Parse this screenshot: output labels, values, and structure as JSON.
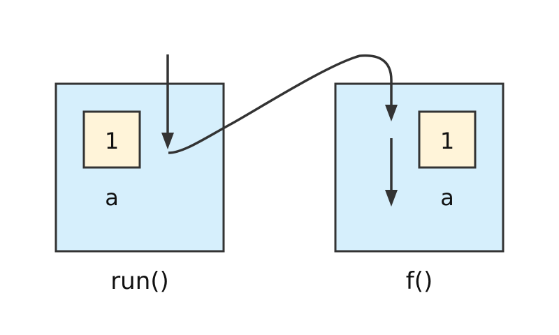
{
  "frames": [
    {
      "function_label": "run()",
      "variable": {
        "name": "a",
        "value": "1"
      }
    },
    {
      "function_label": "f()",
      "variable": {
        "name": "a",
        "value": "1"
      }
    }
  ],
  "colors": {
    "frame_fill": "#d6effc",
    "cell_fill": "#fff4d9",
    "stroke": "#333333"
  }
}
